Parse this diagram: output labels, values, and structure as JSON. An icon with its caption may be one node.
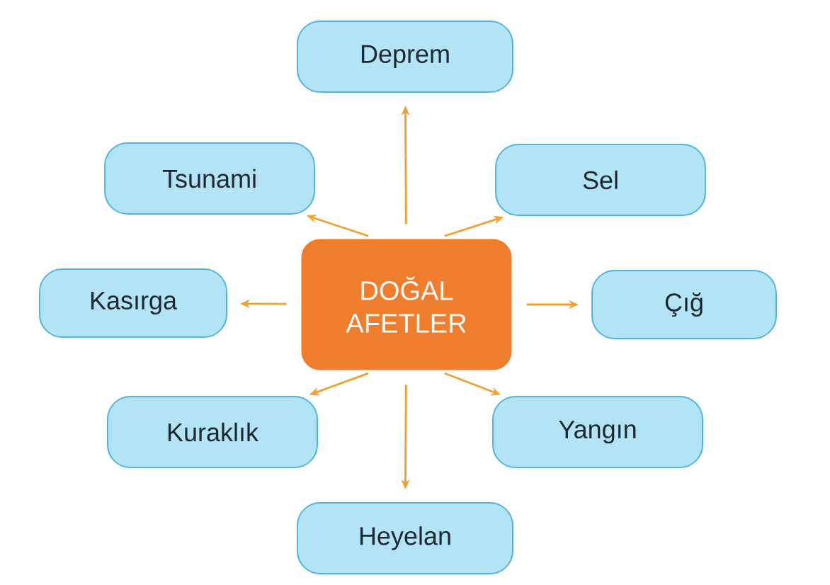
{
  "diagram": {
    "nodes": [
      {
        "text": [
          "DOĞAL AFETLER"
        ]
      },
      {
        "text": [
          "Deprem"
        ]
      },
      {
        "text": [
          "Tsunami"
        ]
      },
      {
        "text": [
          "Sel"
        ]
      },
      {
        "text": [
          "Kasırga"
        ]
      },
      {
        "text": [
          "Çığ"
        ]
      },
      {
        "text": [
          "Kuraklık"
        ]
      },
      {
        "text": [
          "Yangın"
        ]
      },
      {
        "text": [
          "Heyelan"
        ]
      }
    ],
    "edges": [
      {
        "from": 0,
        "to": 1,
        "arrow": "to"
      },
      {
        "from": 0,
        "to": 2,
        "arrow": "to"
      },
      {
        "from": 0,
        "to": 3,
        "arrow": "to"
      },
      {
        "from": 0,
        "to": 4,
        "arrow": "to"
      },
      {
        "from": 0,
        "to": 5,
        "arrow": "to"
      },
      {
        "from": 0,
        "to": 6,
        "arrow": "to"
      },
      {
        "from": 0,
        "to": 7,
        "arrow": "to"
      },
      {
        "from": 0,
        "to": 8,
        "arrow": "to"
      }
    ]
  }
}
